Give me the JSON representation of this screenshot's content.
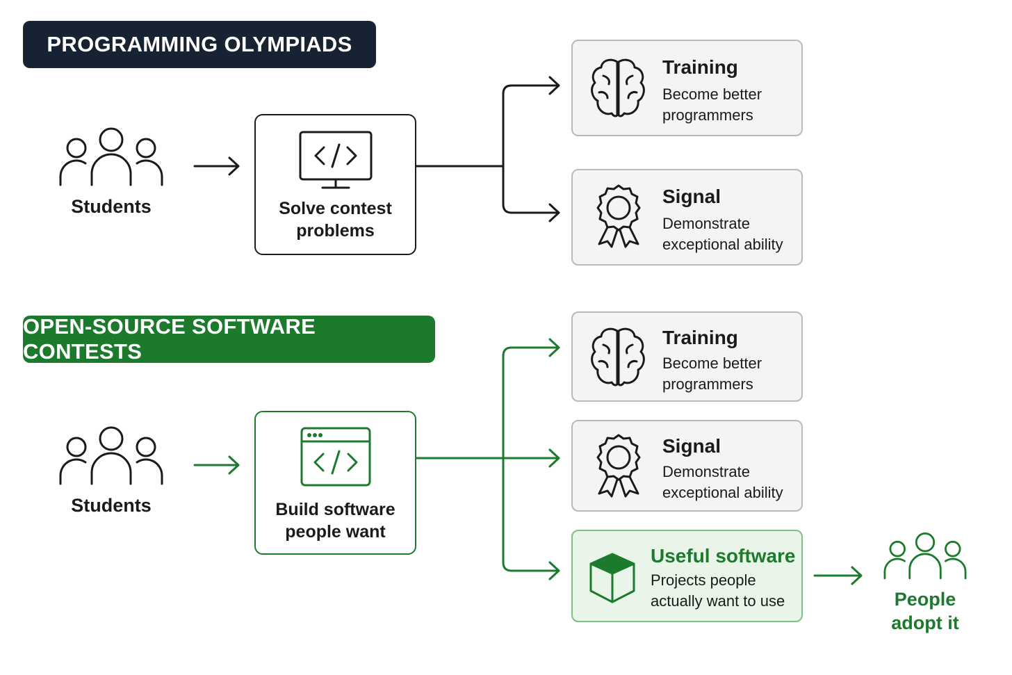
{
  "olympiads": {
    "banner": "PROGRAMMING OLYMPIADS",
    "students_label": "Students",
    "activity": {
      "line1": "Solve contest",
      "line2": "problems"
    },
    "outcomes": [
      {
        "title": "Training",
        "desc_line1": "Become better",
        "desc_line2": "programmers"
      },
      {
        "title": "Signal",
        "desc_line1": "Demonstrate",
        "desc_line2": "exceptional ability"
      }
    ]
  },
  "open_source": {
    "banner": "OPEN-SOURCE SOFTWARE CONTESTS",
    "students_label": "Students",
    "activity": {
      "line1": "Build software",
      "line2": "people want"
    },
    "outcomes": [
      {
        "title": "Training",
        "desc_line1": "Become better",
        "desc_line2": "programmers"
      },
      {
        "title": "Signal",
        "desc_line1": "Demonstrate",
        "desc_line2": "exceptional ability"
      },
      {
        "title": "Useful software",
        "desc_line1": "Projects people",
        "desc_line2": "actually want to use"
      }
    ],
    "adoption": {
      "line1": "People",
      "line2": "adopt it"
    }
  },
  "icons": {
    "students": "people-group-icon",
    "code_monitor": "code-monitor-icon",
    "code_window": "code-window-icon",
    "training": "brain-icon",
    "signal": "award-ribbon-icon",
    "useful": "box-icon"
  },
  "colors": {
    "dark": "#172232",
    "green": "#1c7a2c",
    "card_bg": "#f4f4f4",
    "useful_bg": "#eaf5ea"
  }
}
